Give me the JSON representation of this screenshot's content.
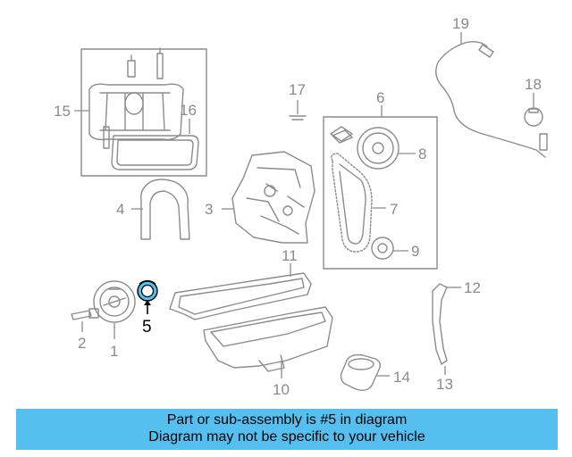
{
  "callouts": {
    "c1": "1",
    "c2": "2",
    "c3": "3",
    "c4": "4",
    "c5": "5",
    "c6": "6",
    "c7": "7",
    "c8": "8",
    "c9": "9",
    "c10": "10",
    "c11": "11",
    "c12": "12",
    "c13": "13",
    "c14": "14",
    "c15": "15",
    "c16": "16",
    "c17": "17",
    "c18": "18",
    "c19": "19"
  },
  "highlighted_part": "5",
  "colors": {
    "highlight": "#55c0f0",
    "line": "#8c8c8c",
    "banner_bg": "#55c0f0"
  },
  "banner": {
    "line1": "Part or sub-assembly is #5 in diagram",
    "line2": "Diagram may not be specific to your vehicle"
  }
}
